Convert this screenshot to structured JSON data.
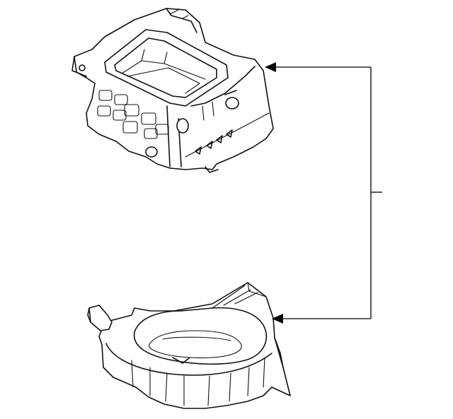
{
  "diagram": {
    "parts": [
      {
        "name": "upper-blower-housing",
        "icon": "blower-case-upper-icon"
      },
      {
        "name": "lower-blower-housing",
        "icon": "blower-case-lower-icon"
      }
    ],
    "callout": {
      "label": "",
      "targets": 2
    },
    "colors": {
      "line": "#111111",
      "background": "#ffffff"
    }
  }
}
